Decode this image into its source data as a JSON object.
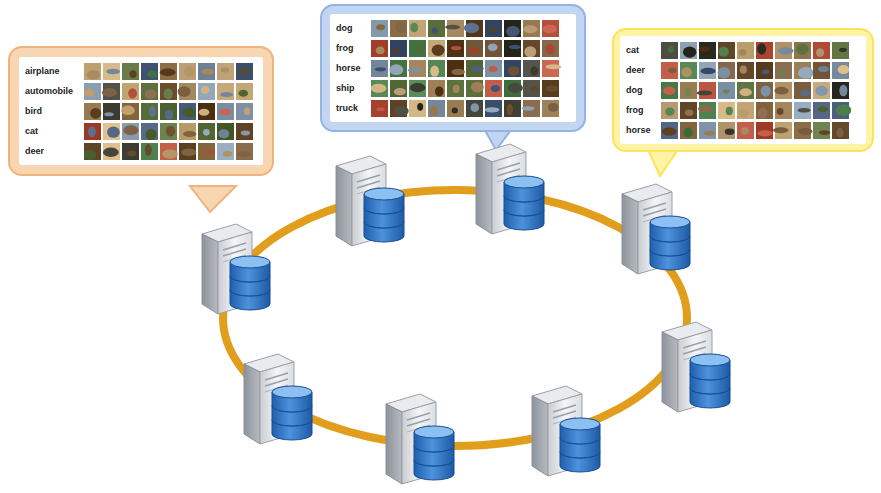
{
  "diagram": {
    "nodes": [
      {
        "text": [
          "airplane",
          "automobile",
          "bird",
          "cat",
          "deer"
        ]
      },
      {
        "text": [
          "dog",
          "frog",
          "horse",
          "ship",
          "truck"
        ]
      },
      {
        "text": [
          "cat",
          "deer",
          "dog",
          "frog",
          "horse"
        ]
      }
    ]
  }
}
